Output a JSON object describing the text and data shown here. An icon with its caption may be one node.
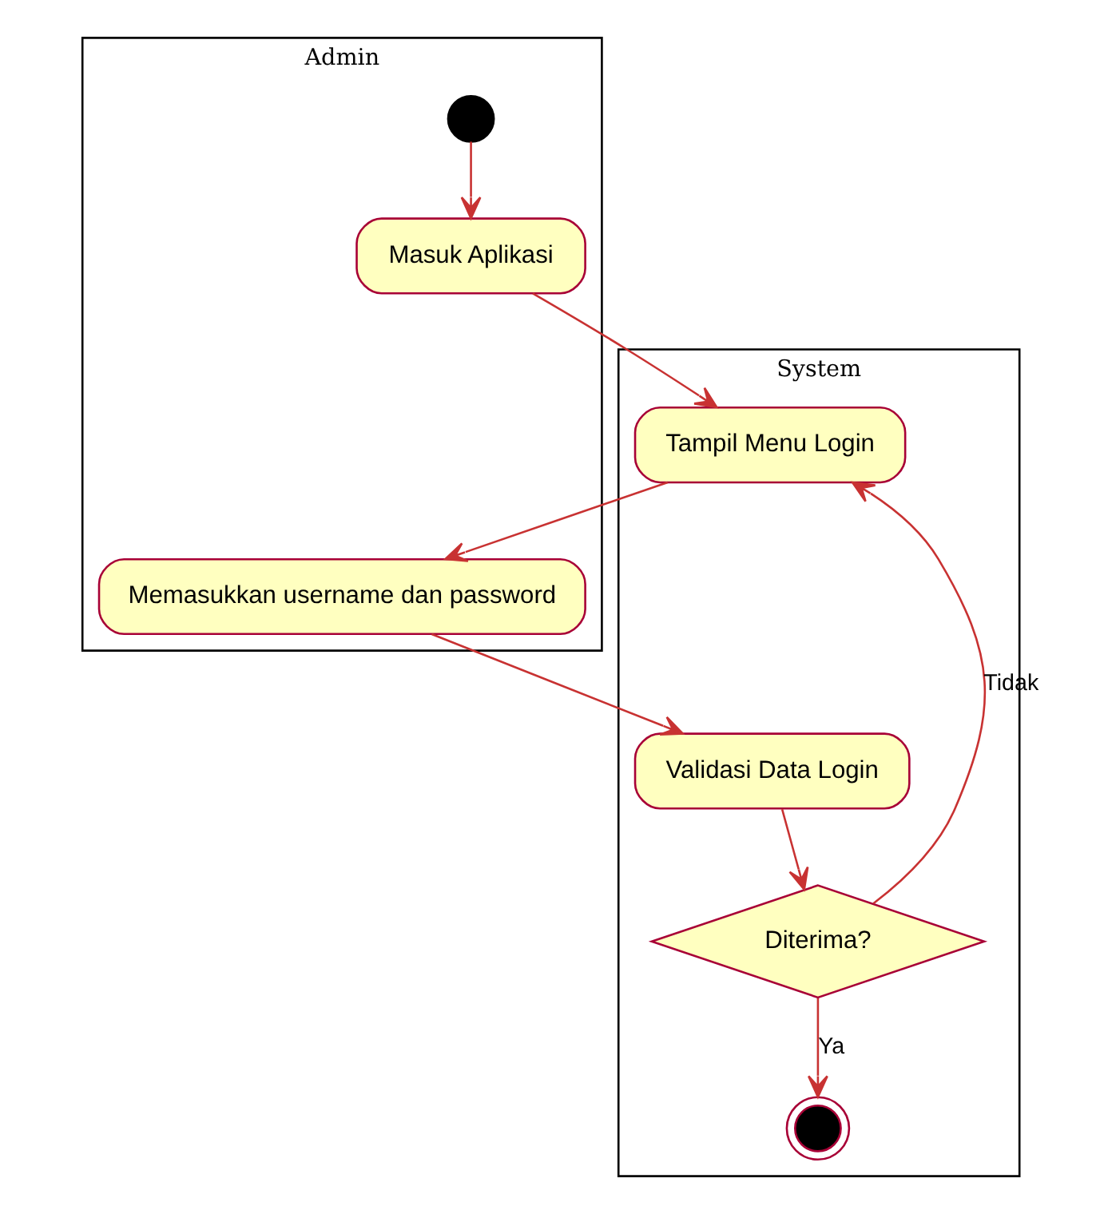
{
  "diagram": {
    "nodes": [
      {
        "text": [
          "Admin"
        ]
      },
      {
        "text": [
          "System"
        ]
      },
      {
        "text": [],
        "shape": "circle",
        "in": 0
      },
      {
        "text": [
          "Masuk Aplikasi"
        ],
        "in": 0
      },
      {
        "text": [
          "Memasukkan username dan password"
        ],
        "in": 0
      },
      {
        "text": [
          "Tampil Menu Login"
        ],
        "in": 1
      },
      {
        "text": [
          "Validasi Data Login"
        ],
        "in": 1
      },
      {
        "text": [
          "Diterima?"
        ],
        "in": 1
      },
      {
        "text": [],
        "shape": "circle",
        "in": 1
      }
    ],
    "edges": [
      {
        "from": 2,
        "to": 3,
        "arrow": "to"
      },
      {
        "from": 3,
        "to": 5,
        "arrow": "to"
      },
      {
        "from": 5,
        "to": 4,
        "arrow": "to"
      },
      {
        "from": 4,
        "to": 6,
        "arrow": "to"
      },
      {
        "from": 6,
        "to": 7,
        "arrow": "to"
      },
      {
        "from": 7,
        "to": 5,
        "arrow": "to",
        "label": "Tidak"
      },
      {
        "from": 7,
        "to": 8,
        "arrow": "to",
        "label": "Ya"
      }
    ]
  }
}
